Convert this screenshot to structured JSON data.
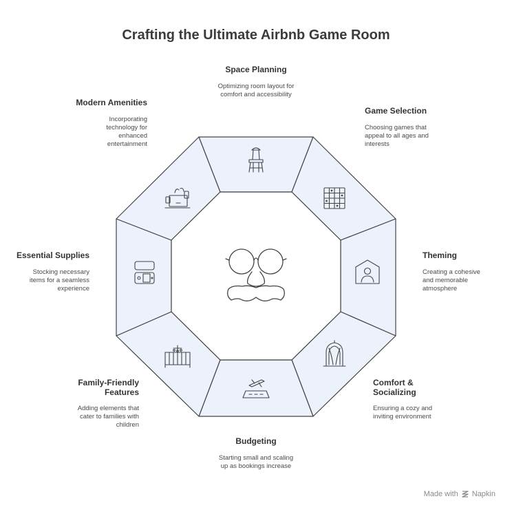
{
  "title": "Crafting the Ultimate Airbnb Game Room",
  "colors": {
    "segment_fill": "#edf1fb",
    "stroke": "#444444",
    "center_fill": "#ffffff"
  },
  "center_icon": "disguise-glasses-mustache-icon",
  "segments": [
    {
      "id": "space-planning",
      "label": "Space Planning",
      "description": "Optimizing room layout for comfort and accessibility",
      "icon": "chair-icon"
    },
    {
      "id": "game-selection",
      "label": "Game Selection",
      "description": "Choosing games that appeal to all ages and interests",
      "icon": "game-board-icon"
    },
    {
      "id": "theming",
      "label": "Theming",
      "description": "Creating a cohesive and memorable atmosphere",
      "icon": "home-person-icon"
    },
    {
      "id": "comfort-socializing",
      "label": "Comfort & Socializing",
      "description": "Ensuring a cozy and inviting environment",
      "icon": "window-curtains-icon"
    },
    {
      "id": "budgeting",
      "label": "Budgeting",
      "description": "Starting small and scaling up as bookings increase",
      "icon": "airplane-runway-icon"
    },
    {
      "id": "family-friendly",
      "label": "Family-Friendly Features",
      "description": "Adding elements that cater to families with children",
      "icon": "crib-mobile-icon"
    },
    {
      "id": "essential-supplies",
      "label": "Essential Supplies",
      "description": "Stocking necessary items for a seamless experience",
      "icon": "game-console-icon"
    },
    {
      "id": "modern-amenities",
      "label": "Modern Amenities",
      "description": "Incorporating technology for enhanced entertainment",
      "icon": "laptop-devices-icon"
    }
  ],
  "footer": {
    "made_with": "Made with",
    "brand": "Napkin"
  }
}
